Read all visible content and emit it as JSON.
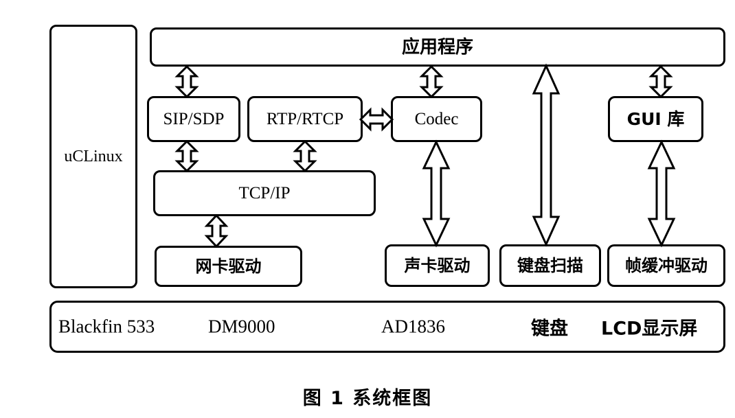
{
  "figure": {
    "caption": "图 1   系统框图",
    "caption_label": "图 1",
    "caption_title": "系统框图"
  },
  "diagram": {
    "type": "block-diagram",
    "os_column": {
      "label": "uCLinux",
      "role": "operating-system"
    },
    "layers": [
      {
        "name": "application-layer",
        "blocks": [
          {
            "id": "app",
            "label": "应用程序",
            "script": "cjk"
          }
        ]
      },
      {
        "name": "middleware-layer",
        "blocks": [
          {
            "id": "sip-sdp",
            "label": "SIP/SDP",
            "script": "latin"
          },
          {
            "id": "rtp-rtcp",
            "label": "RTP/RTCP",
            "script": "latin"
          },
          {
            "id": "codec",
            "label": "Codec",
            "script": "latin"
          },
          {
            "id": "gui-lib",
            "label": "GUI 库",
            "script": "mixed"
          }
        ]
      },
      {
        "name": "protocol-layer",
        "blocks": [
          {
            "id": "tcp-ip",
            "label": "TCP/IP",
            "script": "latin"
          }
        ]
      },
      {
        "name": "driver-layer",
        "blocks": [
          {
            "id": "nic-driver",
            "label": "网卡驱动",
            "script": "cjk"
          },
          {
            "id": "sound-card-driver",
            "label": "声卡驱动",
            "script": "cjk"
          },
          {
            "id": "keyboard-scan",
            "label": "键盘扫描",
            "script": "cjk"
          },
          {
            "id": "framebuffer-driver",
            "label": "帧缓冲驱动",
            "script": "cjk"
          }
        ]
      }
    ],
    "hardware_bar": {
      "name": "hardware-layer",
      "items": [
        {
          "id": "cpu",
          "label": "Blackfin 533"
        },
        {
          "id": "ethernet",
          "label": "DM9000"
        },
        {
          "id": "audio",
          "label": "AD1836"
        },
        {
          "id": "keyboard",
          "label": "键盘"
        },
        {
          "id": "lcd",
          "label": "LCD显示屏"
        }
      ]
    },
    "connections": [
      {
        "from": "app",
        "to": "sip-sdp",
        "style": "double-headed-vertical"
      },
      {
        "from": "app",
        "to": "codec",
        "style": "double-headed-vertical"
      },
      {
        "from": "app",
        "to": "keyboard-scan",
        "style": "double-headed-vertical-long"
      },
      {
        "from": "app",
        "to": "gui-lib",
        "style": "double-headed-vertical"
      },
      {
        "from": "sip-sdp",
        "to": "tcp-ip",
        "style": "double-headed-vertical"
      },
      {
        "from": "rtp-rtcp",
        "to": "tcp-ip",
        "style": "double-headed-vertical"
      },
      {
        "from": "rtp-rtcp",
        "to": "codec",
        "style": "double-headed-horizontal"
      },
      {
        "from": "tcp-ip",
        "to": "nic-driver",
        "style": "double-headed-vertical"
      },
      {
        "from": "codec",
        "to": "sound-card-driver",
        "style": "double-headed-vertical-long"
      },
      {
        "from": "gui-lib",
        "to": "framebuffer-driver",
        "style": "double-headed-vertical-long"
      }
    ]
  },
  "colors": {
    "stroke": "#000000",
    "fill": "#ffffff",
    "background": "#ffffff"
  }
}
